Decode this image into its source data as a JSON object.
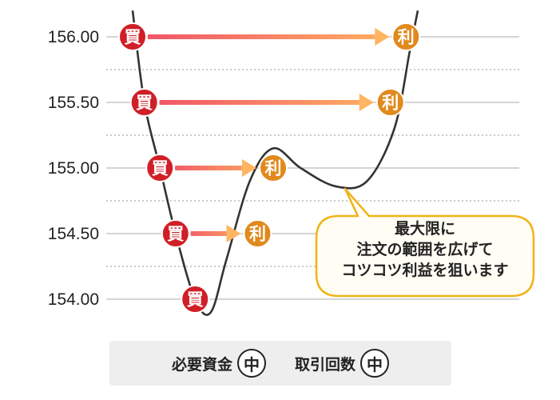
{
  "chart_data": {
    "type": "line",
    "yticks": [
      "156.00",
      "155.50",
      "155.00",
      "154.50",
      "154.00"
    ],
    "ytick_values": [
      156.0,
      155.5,
      155.0,
      154.5,
      154.0
    ],
    "ylim": [
      153.88,
      156.18
    ],
    "minor_grid_step": 0.25,
    "price_path": [
      [
        0.0,
        156.2
      ],
      [
        0.03,
        155.5
      ],
      [
        0.07,
        155.0
      ],
      [
        0.11,
        154.5
      ],
      [
        0.16,
        154.0
      ],
      [
        0.2,
        153.9
      ],
      [
        0.24,
        154.3
      ],
      [
        0.3,
        154.9
      ],
      [
        0.36,
        155.15
      ],
      [
        0.43,
        155.0
      ],
      [
        0.52,
        154.86
      ],
      [
        0.6,
        154.9
      ],
      [
        0.67,
        155.3
      ],
      [
        0.71,
        155.9
      ],
      [
        0.73,
        156.2
      ]
    ],
    "trades": [
      {
        "buy_x": 0.0,
        "buy_price": 156.0,
        "profit_x": 0.7,
        "profit_price": 156.0
      },
      {
        "buy_x": 0.03,
        "buy_price": 155.5,
        "profit_x": 0.66,
        "profit_price": 155.5
      },
      {
        "buy_x": 0.07,
        "buy_price": 155.0,
        "profit_x": 0.36,
        "profit_price": 155.0
      },
      {
        "buy_x": 0.11,
        "buy_price": 154.5,
        "profit_x": 0.32,
        "profit_price": 154.5
      },
      {
        "buy_x": 0.16,
        "buy_price": 154.0,
        "profit_x": null,
        "profit_price": null
      }
    ],
    "buy_label": "買",
    "profit_label": "利",
    "callout_lines": [
      "最大限に",
      "注文の範囲を広げて",
      "コツコツ利益を狙います"
    ],
    "colors": {
      "buy_marker": "#d01f27",
      "profit_marker": "#e08a1e",
      "arrow_start": "#f0506a",
      "arrow_end": "#ffb561",
      "price_line": "#333333",
      "callout_border": "#f0b417"
    }
  },
  "footer": {
    "funds_label": "必要資金",
    "funds_level": "中",
    "trades_label": "取引回数",
    "trades_level": "中"
  }
}
